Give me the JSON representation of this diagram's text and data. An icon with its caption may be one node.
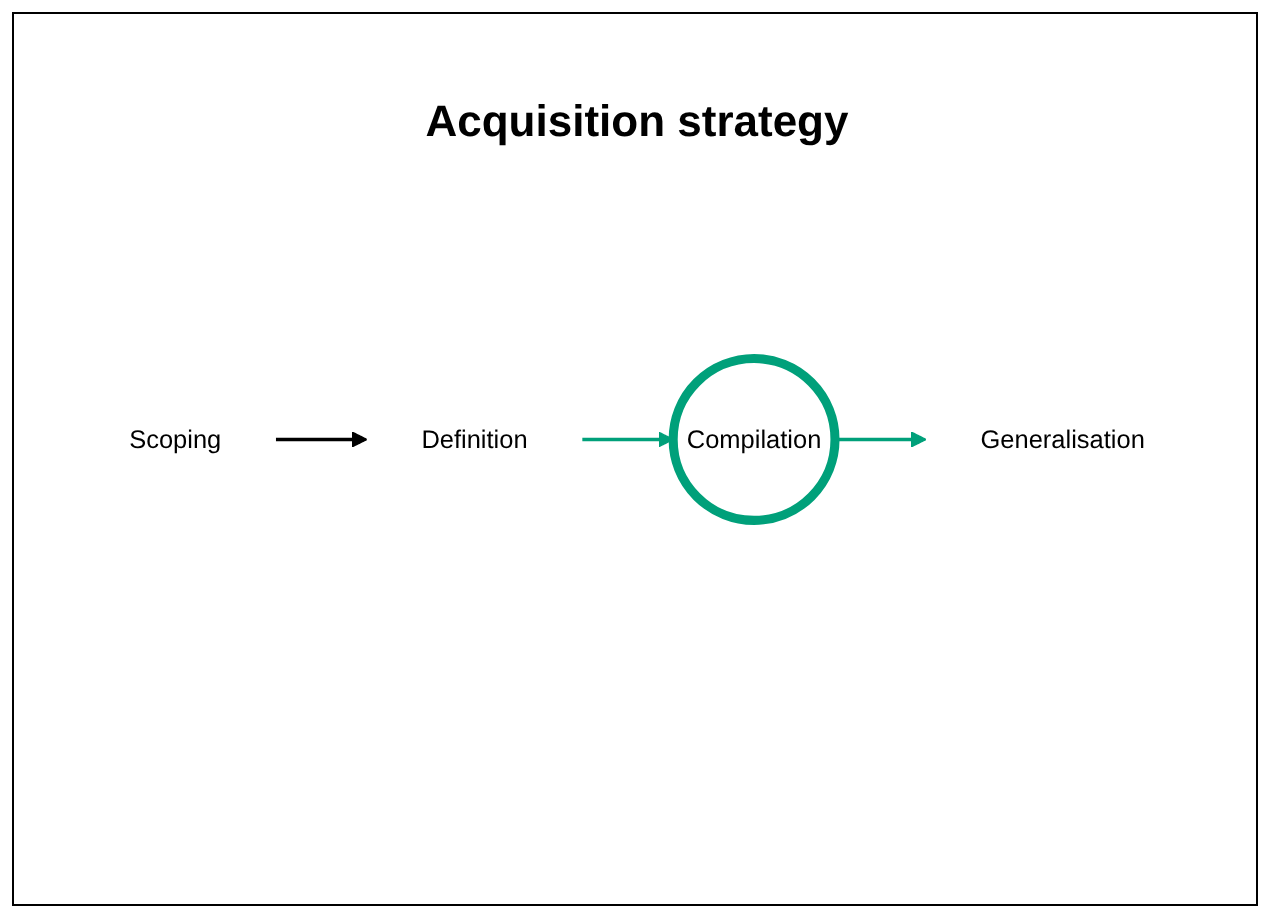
{
  "diagram": {
    "title": "Acquisition strategy",
    "nodes": [
      {
        "text": [
          "Scoping"
        ]
      },
      {
        "text": [
          "Definition"
        ]
      },
      {
        "text": [
          "Compilation"
        ]
      },
      {
        "text": [
          "Generalisation"
        ]
      }
    ],
    "edges": [
      {
        "from": 0,
        "to": 1,
        "arrow": "to",
        "color": "#000000"
      },
      {
        "from": 1,
        "to": 2,
        "arrow": "to"
      },
      {
        "from": 2,
        "to": 3,
        "arrow": "to"
      }
    ]
  }
}
